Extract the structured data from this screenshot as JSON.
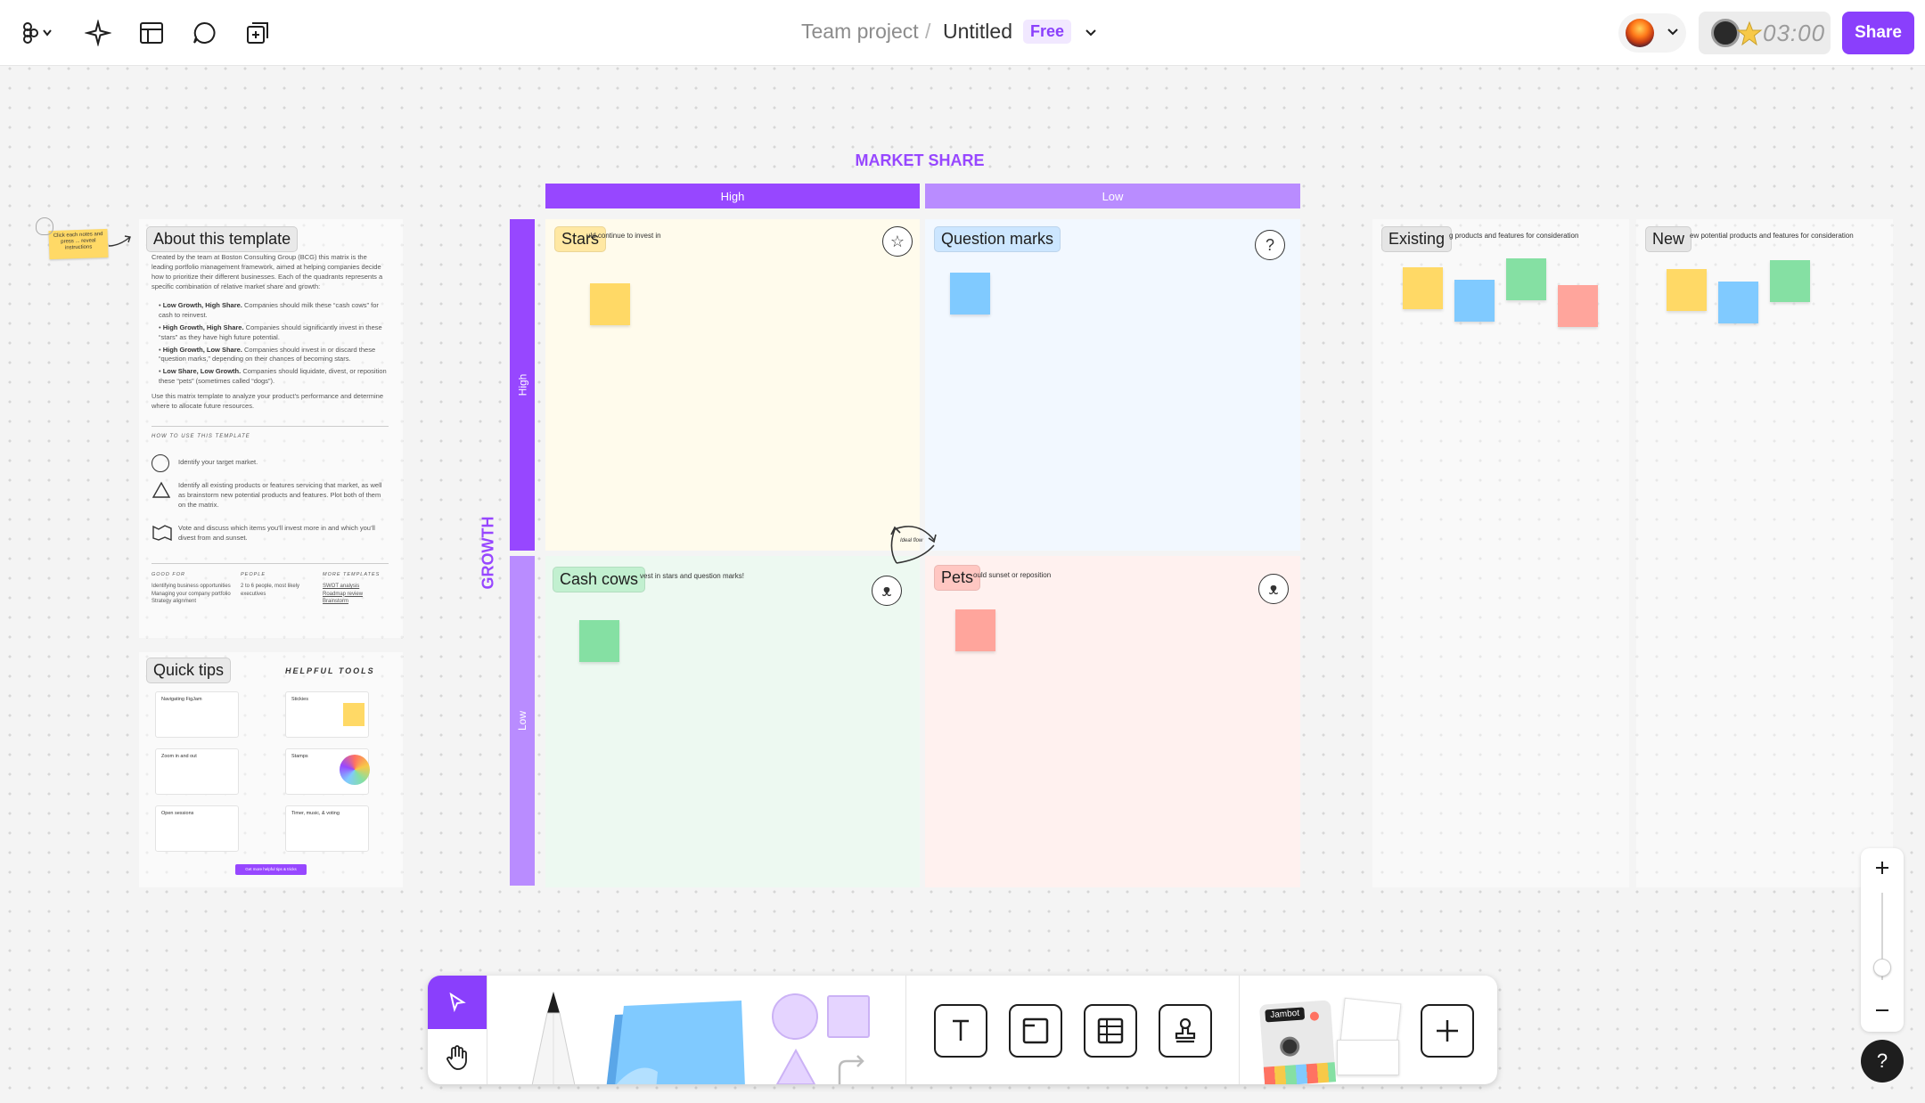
{
  "header": {
    "project": "Team project",
    "separator": "/",
    "file_name": "Untitled",
    "plan_badge": "Free",
    "timer": "03:00",
    "share_label": "Share"
  },
  "matrix": {
    "market_share_title": "MARKET SHARE",
    "growth_title": "GROWTH",
    "col_high": "High",
    "col_low": "Low",
    "row_high": "High",
    "row_low": "Low",
    "flow_label": "Ideal flow",
    "quadrants": {
      "stars": {
        "label": "Stars",
        "desc": "uld continue to invest in",
        "color": "#fffbec",
        "tag": "#ffe8a3"
      },
      "question_marks": {
        "label": "Question marks",
        "desc": "",
        "color": "#f2f8ff",
        "tag": "#cce6ff"
      },
      "cash_cows": {
        "label": "Cash cows",
        "desc": "vest in stars and question marks!",
        "color": "#edf9f1",
        "tag": "#c2f0d0"
      },
      "pets": {
        "label": "Pets",
        "desc": "ould sunset or reposition",
        "color": "#fff1ef",
        "tag": "#ffc7c2"
      }
    }
  },
  "side_panels": {
    "existing": {
      "label": "Existing",
      "desc": "g products and features for consideration"
    },
    "new": {
      "label": "New",
      "desc": "ew potential products and features for consideration"
    }
  },
  "about": {
    "title": "About this template",
    "sticky_note": "Click each notes and press ... reveal instructions",
    "intro": "Created by the team at Boston Consulting Group (BCG) this matrix is the leading portfolio management framework, aimed at helping companies decide how to prioritize their different businesses. Each of the quadrants represents a specific combination of relative market share and growth:",
    "bullets": [
      {
        "bold": "Low Growth, High Share.",
        "text": "Companies should milk these “cash cows” for cash to reinvest."
      },
      {
        "bold": "High Growth, High Share.",
        "text": "Companies should significantly invest in these “stars” as they have high future potential."
      },
      {
        "bold": "High Growth, Low Share.",
        "text": "Companies should invest in or discard these “question marks,” depending on their chances of becoming stars."
      },
      {
        "bold": "Low Share, Low Growth.",
        "text": "Companies should liquidate, divest, or reposition these “pets” (sometimes called “dogs”)."
      }
    ],
    "outro": "Use this matrix template to analyze your product’s performance and determine where to allocate future resources.",
    "how_to_title": "HOW TO USE THIS TEMPLATE",
    "steps": [
      "Identify your target market.",
      "Identify all existing products or features servicing that market, as well as brainstorm new potential products and features. Plot both of them on the matrix.",
      "Vote and discuss which items you’ll invest more in and which you’ll divest from and sunset."
    ],
    "good_for_title": "GOOD FOR",
    "good_for": [
      "Identifying business opportunities",
      "Managing your company portfolio",
      "Strategy alignment"
    ],
    "people_title": "PEOPLE",
    "people": "2 to 6 people, most likely executives",
    "more_title": "MORE TEMPLATES",
    "more": [
      "SWOT analysis",
      "Roadmap review",
      "Brainstorm"
    ]
  },
  "tips": {
    "title": "Quick tips",
    "helpful_title": "HELPFUL TOOLS",
    "cards": [
      "Navigating FigJam",
      "Zoom in and out",
      "Open sessions",
      "Stickies",
      "Stamps",
      "Timer, music, & voting"
    ],
    "cta": "Get more helpful tips & tricks"
  },
  "toolbar": {
    "jambot_label": "Jambot",
    "tools": [
      "Move",
      "Hand",
      "Pen",
      "Sticky note",
      "Shapes",
      "Text",
      "Section",
      "Table",
      "Stamp",
      "Jambot",
      "Templates",
      "More"
    ]
  },
  "zoom": {
    "help": "?"
  }
}
